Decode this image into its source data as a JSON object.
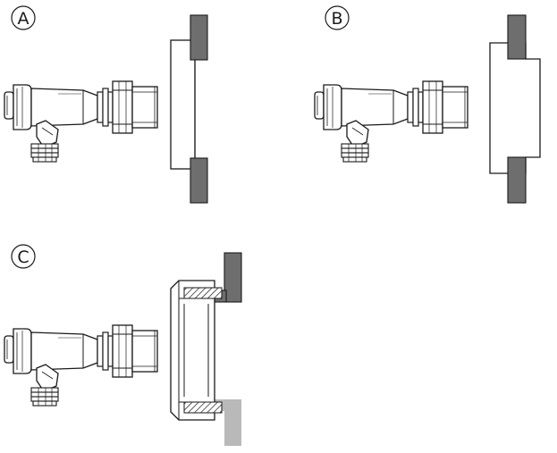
{
  "panels": [
    {
      "label": "A"
    },
    {
      "label": "B"
    },
    {
      "label": "C"
    }
  ],
  "colors": {
    "line": "#1a1a1a",
    "wall": "#6e6e6e",
    "wall_light": "#b9b9b9",
    "background": "#ffffff"
  }
}
